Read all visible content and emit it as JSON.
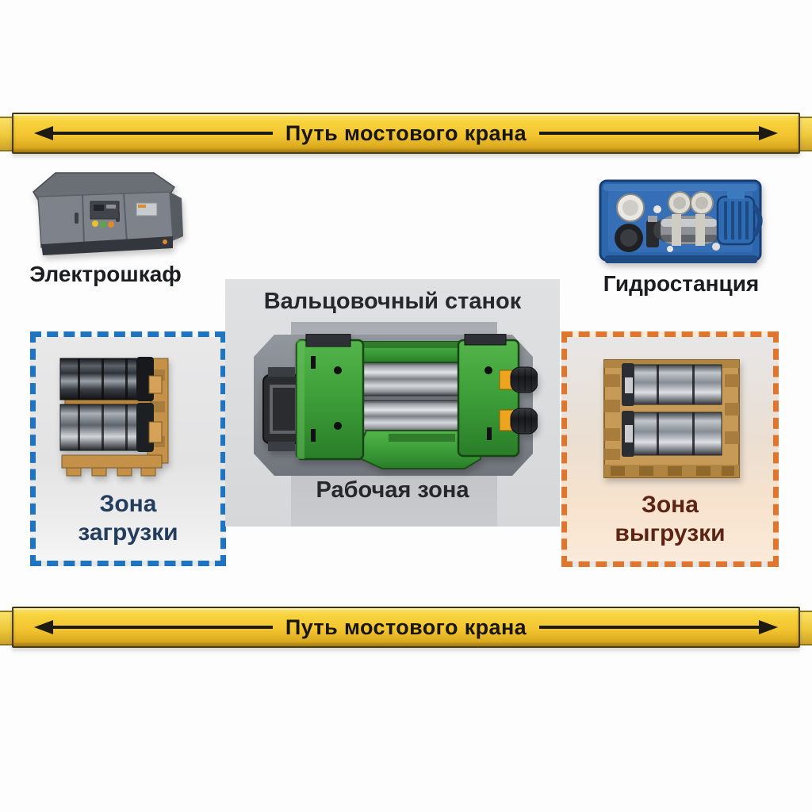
{
  "crane_rail": {
    "label": "Путь мостового крана",
    "beam_color": "#f1c32f",
    "arrow_color": "#1d1b12"
  },
  "equipment": {
    "electrical_cabinet": {
      "label": "Электрошкаф",
      "body_color": "#7e838b"
    },
    "hydraulic_station": {
      "label": "Гидростанция",
      "body_color": "#2c66ac"
    },
    "rolling_machine": {
      "label": "Вальцовочный станок",
      "body_color": "#3c9e38",
      "roller_color": "#9da2a7"
    }
  },
  "zones": {
    "work": {
      "label": "Рабочая зона",
      "pad_color": "#81858c"
    },
    "loading": {
      "label": "Зона загрузки",
      "border_color": "#1e74c0",
      "text_color": "#223d5e"
    },
    "unloading": {
      "label": "Зона выгрузки",
      "border_color": "#e0762d",
      "text_color": "#5d2313"
    }
  }
}
